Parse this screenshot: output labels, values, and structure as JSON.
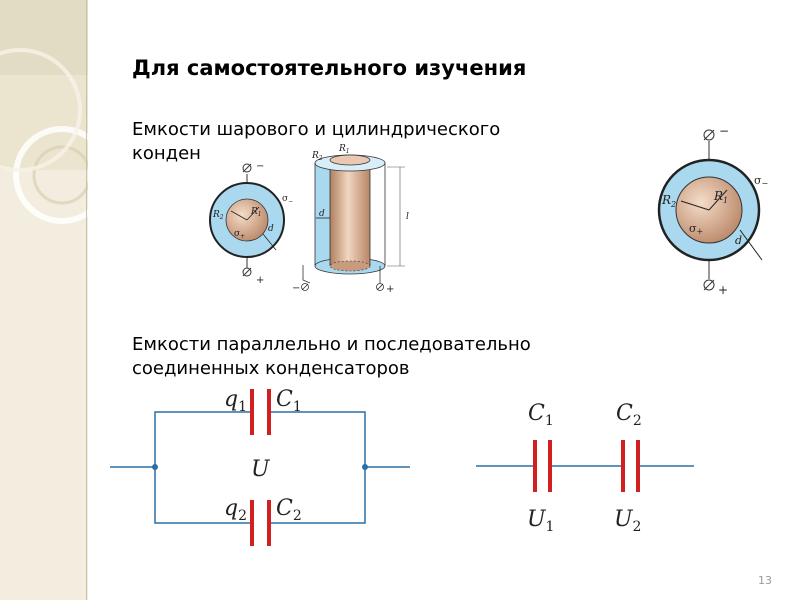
{
  "slide": {
    "title": "Для самостоятельного изучения",
    "heading1_line1": "Емкости шарового и цилиндрического",
    "heading1_line2": "конден",
    "heading2_line1": "Емкости параллельно и последовательно",
    "heading2_line2": "соединенных конденсаторов",
    "page_number": "13"
  },
  "colors": {
    "wire": "#2b6ea8",
    "plate": "#d02020",
    "dielectric": "#a9d8ef",
    "conductor": "#c89a7c",
    "sidebar": "#efe9d6"
  },
  "spherical_small": {
    "minus": "−",
    "plus": "+",
    "R2": "R",
    "R2_sub": "2",
    "R1": "R",
    "R1_sub": "1",
    "sigma_minus": "σ",
    "sigma_minus_sub": "−",
    "sigma_plus": "σ",
    "sigma_plus_sub": "+",
    "d": "d"
  },
  "cylindrical": {
    "R2": "R",
    "R2_sub": "2",
    "R1": "R",
    "R1_sub": "1",
    "d": "d",
    "l": "l",
    "minus": "−",
    "plus": "+"
  },
  "spherical_large": {
    "minus": "−",
    "plus": "+",
    "R2": "R",
    "R2_sub": "2",
    "R1": "R",
    "R1_sub": "1",
    "sigma_minus": "σ",
    "sigma_minus_sub": "−",
    "sigma_plus": "σ",
    "sigma_plus_sub": "+",
    "d": "d"
  },
  "parallel_circuit": {
    "q1": "q",
    "q1_sub": "1",
    "C1": "C",
    "C1_sub": "1",
    "q2": "q",
    "q2_sub": "2",
    "C2": "C",
    "C2_sub": "2",
    "U": "U"
  },
  "series_circuit": {
    "C1": "C",
    "C1_sub": "1",
    "C2": "C",
    "C2_sub": "2",
    "U1": "U",
    "U1_sub": "1",
    "U2": "U",
    "U2_sub": "2"
  }
}
